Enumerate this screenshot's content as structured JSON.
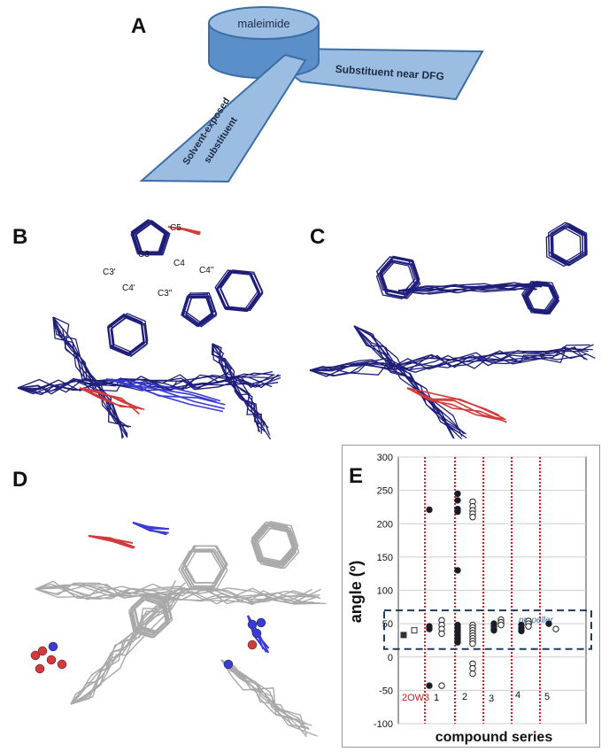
{
  "panel_labels": {
    "a": "A",
    "b": "B",
    "c": "C",
    "d": "D",
    "e": "E"
  },
  "panel_a": {
    "cylinder_label": "maleimide",
    "arm_right_label": "Substituent near DFG",
    "arm_left_label_line1": "Solvent-exposed",
    "arm_left_label_line2": "substituent",
    "colors": {
      "fill": "#5b8fc9",
      "fill_light": "#9cbde2",
      "stroke": "#3d6ea5"
    }
  },
  "panel_b": {
    "atom_labels": {
      "c5": "C5",
      "c3": "C3",
      "c4": "C4",
      "c3p": "C3'",
      "c4p": "C4'",
      "c3pp": "C3''",
      "c4pp": "C4''"
    },
    "colors": {
      "bond": "#1f1f7a",
      "nitrogen": "#3a3ad6",
      "oxygen": "#d43a3a"
    }
  },
  "panel_c": {
    "colors": {
      "bond": "#1f1f7a",
      "oxygen": "#d43a3a"
    }
  },
  "panel_d": {
    "colors": {
      "bond": "#a9a9a9",
      "nitrogen": "#3a3ad6",
      "oxygen": "#d43a3a"
    }
  },
  "chart_data": {
    "type": "scatter",
    "xlabel": "compound series",
    "ylabel": "angle (º)",
    "ylim": [
      -100,
      300
    ],
    "yticks": [
      -100,
      -50,
      0,
      50,
      100,
      150,
      200,
      250,
      300
    ],
    "grid": true,
    "categories": [
      "2OW3",
      "1",
      "2",
      "3",
      "4",
      "5"
    ],
    "band": {
      "label": "propeller",
      "ymin": 12,
      "ymax": 70
    },
    "points": [
      {
        "series": "2OW3",
        "y": 33,
        "marker": "square",
        "filled": true
      },
      {
        "series": "2OW3",
        "y": 40,
        "marker": "square",
        "filled": false
      },
      {
        "series": "1",
        "y": 221,
        "filled": true
      },
      {
        "series": "1",
        "y": 46,
        "filled": true
      },
      {
        "series": "1",
        "y": 42,
        "filled": true
      },
      {
        "series": "1",
        "y": -43,
        "filled": true
      },
      {
        "series": "1",
        "y": 55,
        "filled": false
      },
      {
        "series": "1",
        "y": 48,
        "filled": false
      },
      {
        "series": "1",
        "y": 42,
        "filled": false
      },
      {
        "series": "1",
        "y": 35,
        "filled": false
      },
      {
        "series": "1",
        "y": -43,
        "filled": false
      },
      {
        "series": "2",
        "y": 245,
        "filled": true
      },
      {
        "series": "2",
        "y": 235,
        "filled": true
      },
      {
        "series": "2",
        "y": 222,
        "filled": true
      },
      {
        "series": "2",
        "y": 218,
        "filled": true
      },
      {
        "series": "2",
        "y": 130,
        "filled": true
      },
      {
        "series": "2",
        "y": 48,
        "filled": true
      },
      {
        "series": "2",
        "y": 44,
        "filled": true
      },
      {
        "series": "2",
        "y": 40,
        "filled": true
      },
      {
        "series": "2",
        "y": 36,
        "filled": true
      },
      {
        "series": "2",
        "y": 32,
        "filled": true
      },
      {
        "series": "2",
        "y": 28,
        "filled": true
      },
      {
        "series": "2",
        "y": 25,
        "filled": true
      },
      {
        "series": "2",
        "y": 22,
        "filled": true
      },
      {
        "series": "2",
        "y": 233,
        "filled": false
      },
      {
        "series": "2",
        "y": 226,
        "filled": false
      },
      {
        "series": "2",
        "y": 220,
        "filled": false
      },
      {
        "series": "2",
        "y": 215,
        "filled": false
      },
      {
        "series": "2",
        "y": 210,
        "filled": false
      },
      {
        "series": "2",
        "y": 48,
        "filled": false
      },
      {
        "series": "2",
        "y": 44,
        "filled": false
      },
      {
        "series": "2",
        "y": 40,
        "filled": false
      },
      {
        "series": "2",
        "y": 36,
        "filled": false
      },
      {
        "series": "2",
        "y": 32,
        "filled": false
      },
      {
        "series": "2",
        "y": 28,
        "filled": false
      },
      {
        "series": "2",
        "y": 24,
        "filled": false
      },
      {
        "series": "2",
        "y": 20,
        "filled": false
      },
      {
        "series": "2",
        "y": -10,
        "filled": false
      },
      {
        "series": "2",
        "y": -17,
        "filled": false
      },
      {
        "series": "2",
        "y": -25,
        "filled": false
      },
      {
        "series": "3",
        "y": 50,
        "filled": true
      },
      {
        "series": "3",
        "y": 46,
        "filled": true
      },
      {
        "series": "3",
        "y": 42,
        "filled": true
      },
      {
        "series": "3",
        "y": 40,
        "filled": true
      },
      {
        "series": "3",
        "y": 56,
        "filled": false
      },
      {
        "series": "3",
        "y": 52,
        "filled": false
      },
      {
        "series": "3",
        "y": 48,
        "filled": false
      },
      {
        "series": "4",
        "y": 48,
        "filled": true
      },
      {
        "series": "4",
        "y": 43,
        "filled": true
      },
      {
        "series": "4",
        "y": 39,
        "filled": true
      },
      {
        "series": "4",
        "y": 54,
        "filled": false
      },
      {
        "series": "4",
        "y": 50,
        "filled": false
      },
      {
        "series": "4",
        "y": 46,
        "filled": false
      },
      {
        "series": "5",
        "y": 50,
        "filled": true
      },
      {
        "series": "5",
        "y": 42,
        "filled": false
      }
    ],
    "colors": {
      "divider": "#d42020",
      "band": "#1f3a5f",
      "point": "#000000",
      "band_label": "#3f6fa8",
      "ref_label": "#d42020"
    }
  }
}
